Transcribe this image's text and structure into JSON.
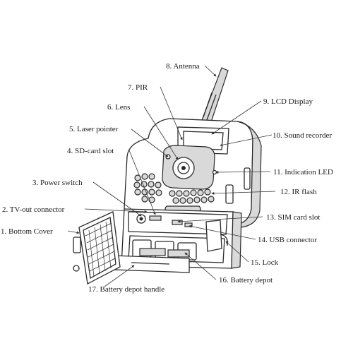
{
  "labels": {
    "antenna": "8. Antenna",
    "pir": "7. PIR",
    "lcd": "9. LCD Display",
    "lens": "6. Lens",
    "laser": "5. Laser pointer",
    "sound": "10. Sound recorder",
    "sdcard": "4. SD-card slot",
    "power": "3. Power switch",
    "indication": "11. Indication LED",
    "irflash": "12. IR flash",
    "tvout": "2. TV-out connector",
    "sim": "13. SIM card slot",
    "bottom_cover": "1. Bottom Cover",
    "usb": "14. USB connector",
    "lock": "15. Lock",
    "battery_depot": "16. Battery depot",
    "battery_handle": "17. Battery depot handle"
  }
}
